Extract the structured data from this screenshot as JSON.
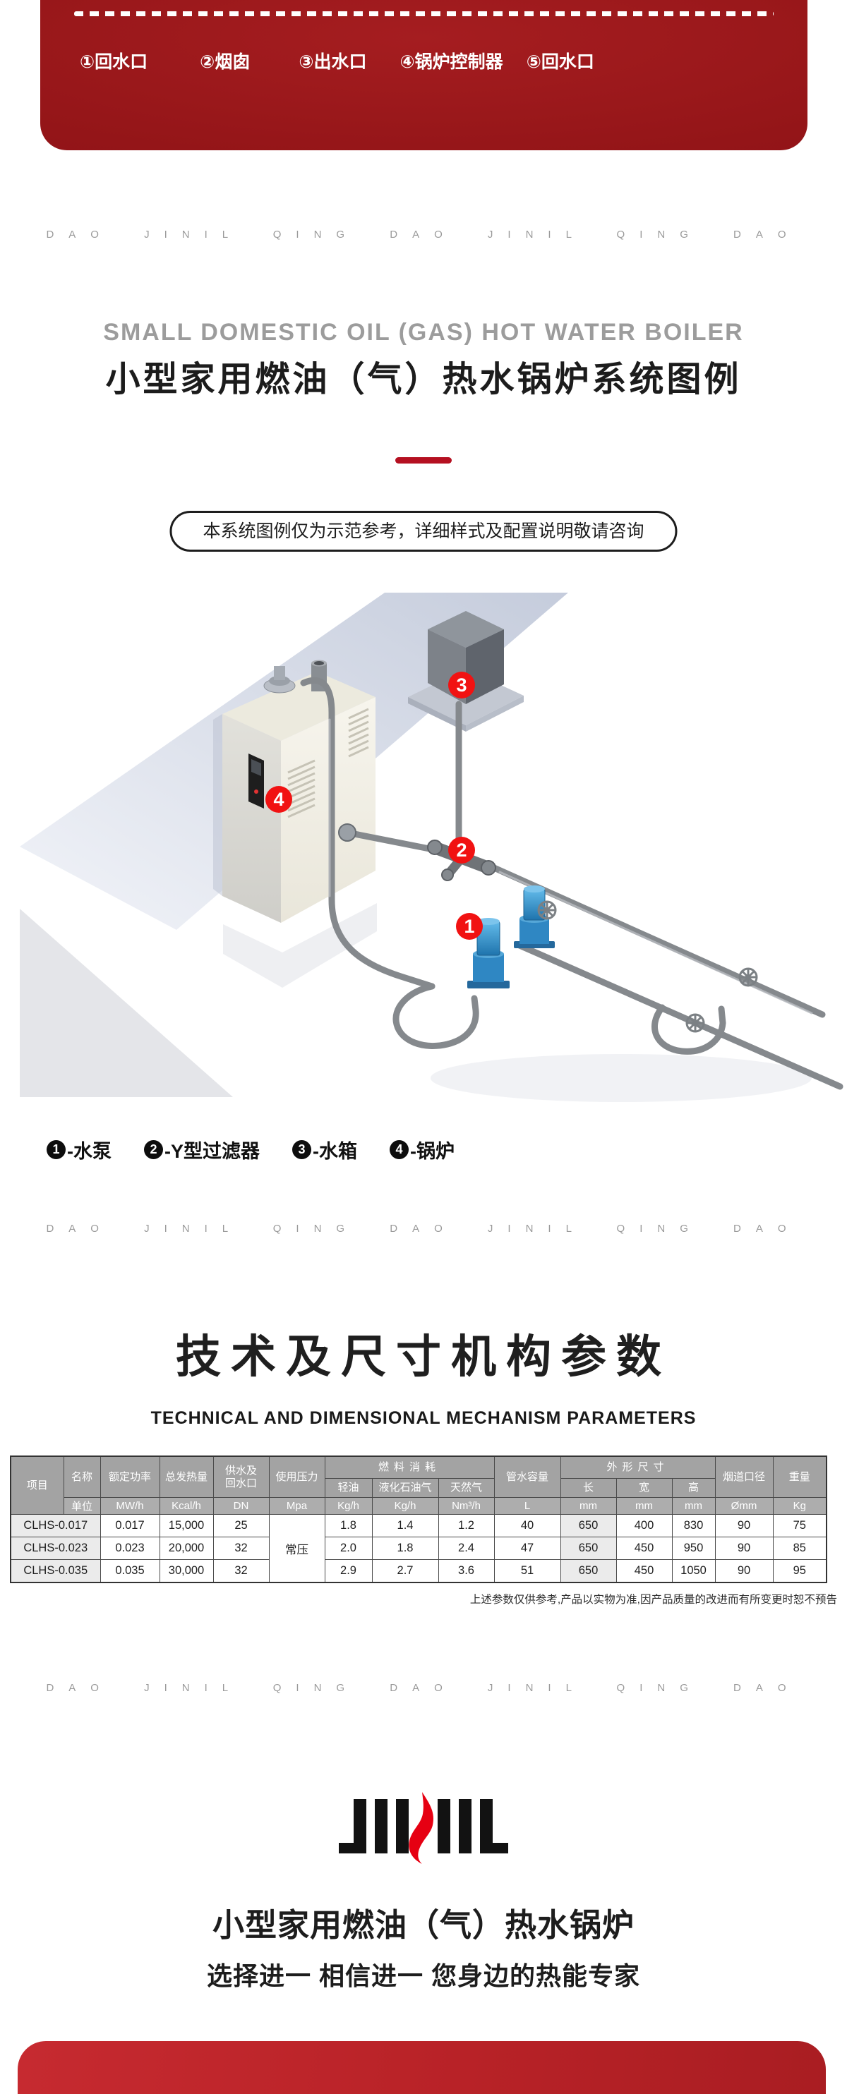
{
  "colors": {
    "banner_red": "#941518",
    "accent_red": "#b51021",
    "badge_red": "#f11212",
    "footer_red": "#b82227",
    "table_header_gray": "#a3a3a3",
    "table_shade": "#ebebeb",
    "watermark_gray": "#9a9a9a",
    "title_gray": "#9c9c9c",
    "text_dark": "#1c1c1c",
    "pump_blue": "#2f87c3"
  },
  "top_banner": {
    "labels": [
      "①回水口",
      "②烟囱",
      "③出水口",
      "④锅炉控制器",
      "⑤回水口"
    ]
  },
  "watermark": {
    "text": "DAO JINIL QING DAO JINIL QING DAO"
  },
  "hero": {
    "title_en": "SMALL DOMESTIC OIL (GAS) HOT WATER BOILER",
    "title_zh": "小型家用燃油（气）热水锅炉系统图例",
    "note": "本系统图例仅为示范参考，详细样式及配置说明敬请咨询"
  },
  "diagram": {
    "badges": [
      {
        "num": "1"
      },
      {
        "num": "2"
      },
      {
        "num": "3"
      },
      {
        "num": "4"
      }
    ],
    "legend": [
      {
        "num": "1",
        "label": "-水泵"
      },
      {
        "num": "2",
        "label": "-Y型过滤器"
      },
      {
        "num": "3",
        "label": "-水箱"
      },
      {
        "num": "4",
        "label": "-锅炉"
      }
    ]
  },
  "specs": {
    "title_zh": "技术及尺寸机构参数",
    "title_en": "TECHNICAL AND DIMENSIONAL MECHANISM PARAMETERS",
    "table": {
      "header": {
        "item": "项目",
        "name": "名称",
        "power": "额定功率",
        "heat": "总发热量",
        "supply": "供水及回水口",
        "pressure": "使用压力",
        "fuel_group": "燃料消耗",
        "light_oil": "轻油",
        "lpg": "液化石油气",
        "ng": "天然气",
        "capacity": "管水容量",
        "dims_group": "外形尺寸",
        "len": "长",
        "wid": "宽",
        "hei": "高",
        "flue": "烟道口径",
        "weight": "重量"
      },
      "units": {
        "label": "单位",
        "power": "MW/h",
        "heat": "Kcal/h",
        "supply": "DN",
        "pressure": "Mpa",
        "light_oil": "Kg/h",
        "lpg": "Kg/h",
        "ng": "Nm³/h",
        "capacity": "L",
        "len": "mm",
        "wid": "mm",
        "hei": "mm",
        "flue": "Ømm",
        "weight": "Kg"
      },
      "pressure_value": "常压",
      "rows": [
        {
          "model": "CLHS-0.017",
          "power": "0.017",
          "heat": "15,000",
          "dn": "25",
          "light_oil": "1.8",
          "lpg": "1.4",
          "ng": "1.2",
          "capacity": "40",
          "len": "650",
          "wid": "400",
          "hei": "830",
          "flue": "90",
          "weight": "75"
        },
        {
          "model": "CLHS-0.023",
          "power": "0.023",
          "heat": "20,000",
          "dn": "32",
          "light_oil": "2.0",
          "lpg": "1.8",
          "ng": "2.4",
          "capacity": "47",
          "len": "650",
          "wid": "450",
          "hei": "950",
          "flue": "90",
          "weight": "85"
        },
        {
          "model": "CLHS-0.035",
          "power": "0.035",
          "heat": "30,000",
          "dn": "32",
          "light_oil": "2.9",
          "lpg": "2.7",
          "ng": "3.6",
          "capacity": "51",
          "len": "650",
          "wid": "450",
          "hei": "1050",
          "flue": "90",
          "weight": "95"
        }
      ],
      "note": "上述参数仅供参考,产品以实物为准,因产品质量的改进而有所变更时恕不预告"
    }
  },
  "footer": {
    "logo_text": "JINIL",
    "line1": "小型家用燃油（气）热水锅炉",
    "line2": "选择进一 相信进一 您身边的热能专家"
  }
}
